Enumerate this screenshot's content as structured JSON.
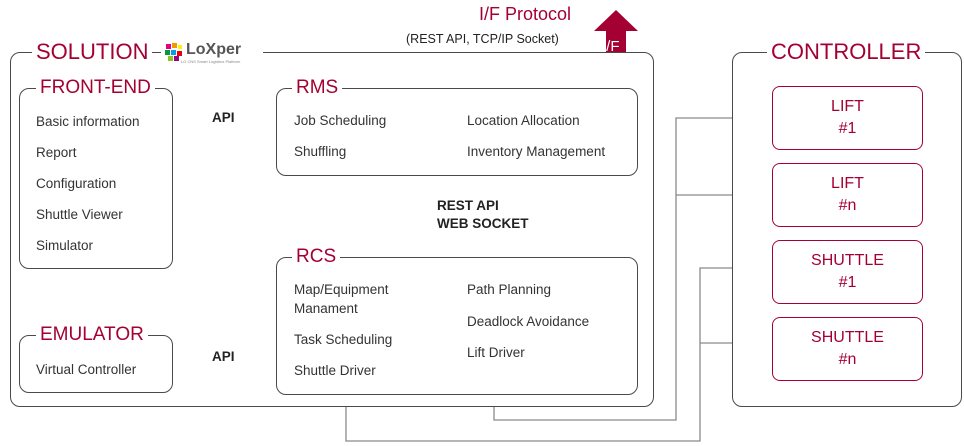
{
  "protocol": {
    "title": "I/F Protocol",
    "subtitle": "(REST API, TCP/IP Socket)",
    "if_label": "I/F"
  },
  "solution": {
    "title": "SOLUTION",
    "logo_text": "LoXper",
    "logo_tagline": "LG CNS Smart Logistics Platform"
  },
  "frontend": {
    "title": "FRONT-END",
    "items": [
      "Basic information",
      "Report",
      "Configuration",
      "Shuttle Viewer",
      "Simulator"
    ]
  },
  "rms": {
    "title": "RMS",
    "items": [
      "Job Scheduling",
      "Location Allocation",
      "Shuffling",
      "Inventory Management"
    ]
  },
  "rcs": {
    "title": "RCS",
    "left_items": [
      "Map/Equipment",
      "Manament",
      "Task Scheduling",
      "Shuttle Driver"
    ],
    "right_items": [
      "Path Planning",
      "Deadlock Avoidance",
      "Lift Driver"
    ]
  },
  "emulator": {
    "title": "EMULATOR",
    "items": [
      "Virtual Controller"
    ]
  },
  "links": {
    "api_top": "API",
    "api_bottom": "API",
    "rest_api": "REST API",
    "web_socket": "WEB SOCKET"
  },
  "controller": {
    "title": "CONTROLLER",
    "units": [
      {
        "name": "LIFT",
        "num": "#1"
      },
      {
        "name": "LIFT",
        "num": "#n"
      },
      {
        "name": "SHUTTLE",
        "num": "#1"
      },
      {
        "name": "SHUTTLE",
        "num": "#n"
      }
    ]
  },
  "colors": {
    "accent": "#a50034",
    "line": "#4a4a4a",
    "arrow_gray": "#8a8a8a"
  }
}
